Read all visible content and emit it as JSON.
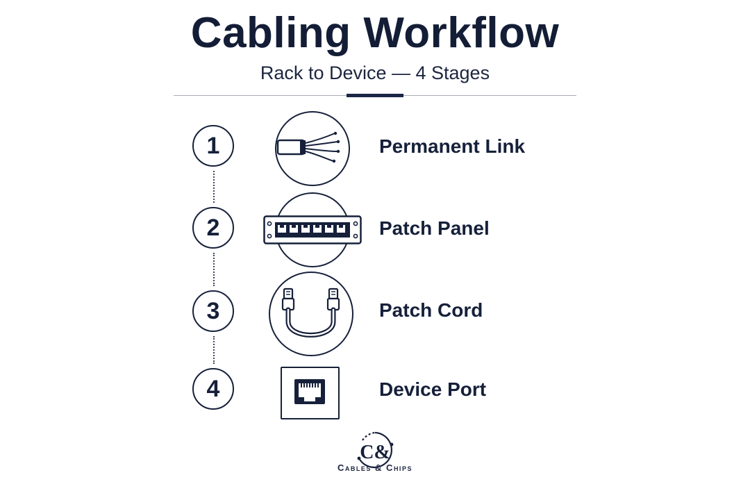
{
  "header": {
    "title": "Cabling Workflow",
    "subtitle": "Rack to Device — 4 Stages"
  },
  "steps": [
    {
      "number": "1",
      "label": "Permanent Link",
      "icon": "cable-wires-icon"
    },
    {
      "number": "2",
      "label": "Patch Panel",
      "icon": "patch-panel-icon"
    },
    {
      "number": "3",
      "label": "Patch Cord",
      "icon": "patch-cord-icon"
    },
    {
      "number": "4",
      "label": "Device Port",
      "icon": "ethernet-port-icon"
    }
  ],
  "logo": {
    "mark": "C&",
    "name": "Cables & Chips"
  },
  "colors": {
    "ink": "#16203a",
    "accent": "#1b2647",
    "rule": "#a9adb6"
  }
}
